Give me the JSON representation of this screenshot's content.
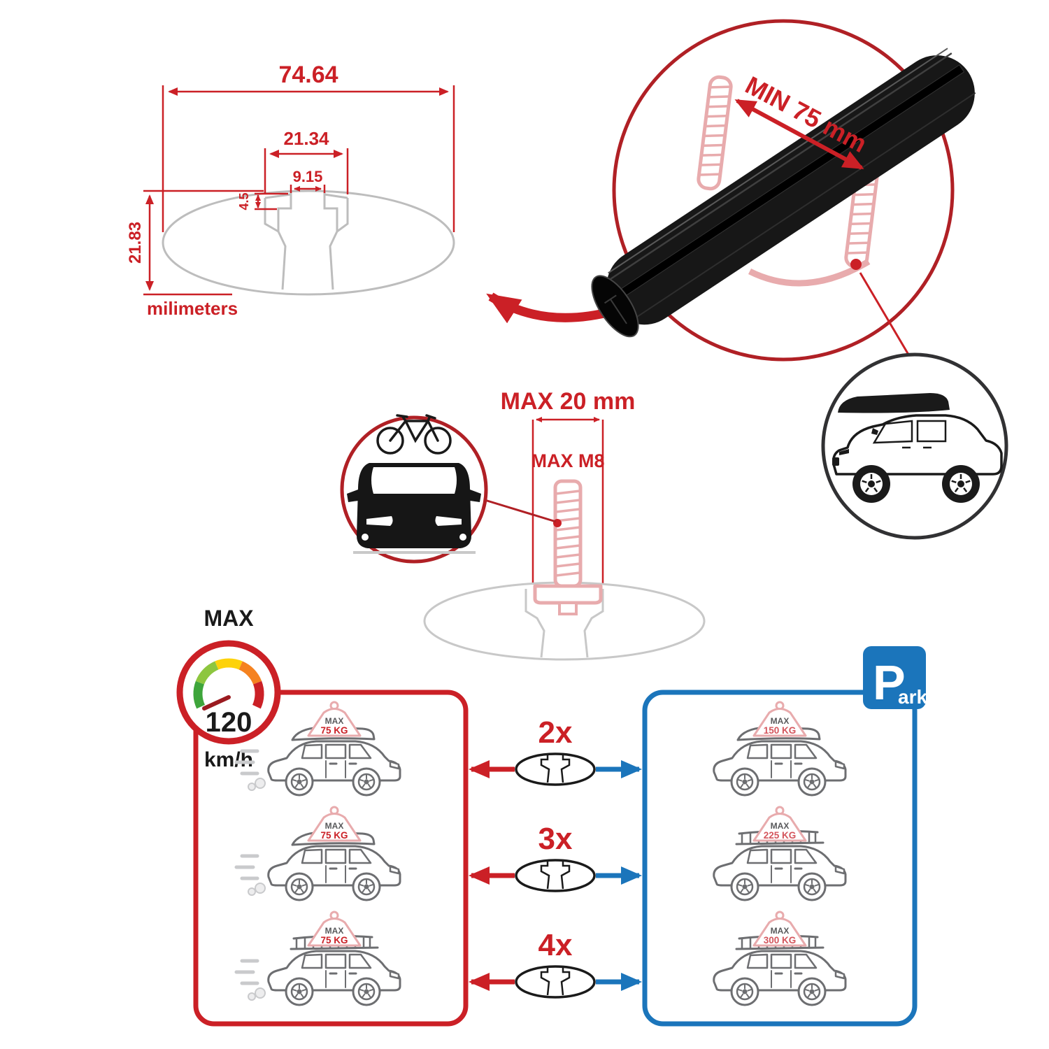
{
  "profile_dimensions": {
    "total_width": "74.64",
    "channel_outer_width": "21.34",
    "slot_width": "9.15",
    "slot_depth": "4.5",
    "total_height": "21.83",
    "units": "milimeters"
  },
  "bar_callout": {
    "min_span": "MIN 75 mm"
  },
  "bolt_callout": {
    "max_head_width": "MAX 20 mm",
    "max_thread": "MAX M8"
  },
  "speed_limit": {
    "label": "MAX",
    "value": "120",
    "unit": "km/h"
  },
  "park_sign": {
    "letter": "P",
    "rest": "ark"
  },
  "driving_cars": [
    {
      "tag": "MAX",
      "load": "75 KG"
    },
    {
      "tag": "MAX",
      "load": "75 KG"
    },
    {
      "tag": "MAX",
      "load": "75 KG"
    }
  ],
  "bar_counts": [
    {
      "label": "2x"
    },
    {
      "label": "3x"
    },
    {
      "label": "4x"
    }
  ],
  "parked_cars": [
    {
      "tag": "MAX",
      "load": "150 KG"
    },
    {
      "tag": "MAX",
      "load": "225 KG"
    },
    {
      "tag": "MAX",
      "load": "300 KG"
    }
  ],
  "colors": {
    "accent_red": "#cb2026",
    "accent_blue": "#1b75bb",
    "light_red": "#e8abad",
    "drawing_gray": "#bdbdbd",
    "car_gray": "#6d6e71",
    "bar_black": "#171717"
  }
}
